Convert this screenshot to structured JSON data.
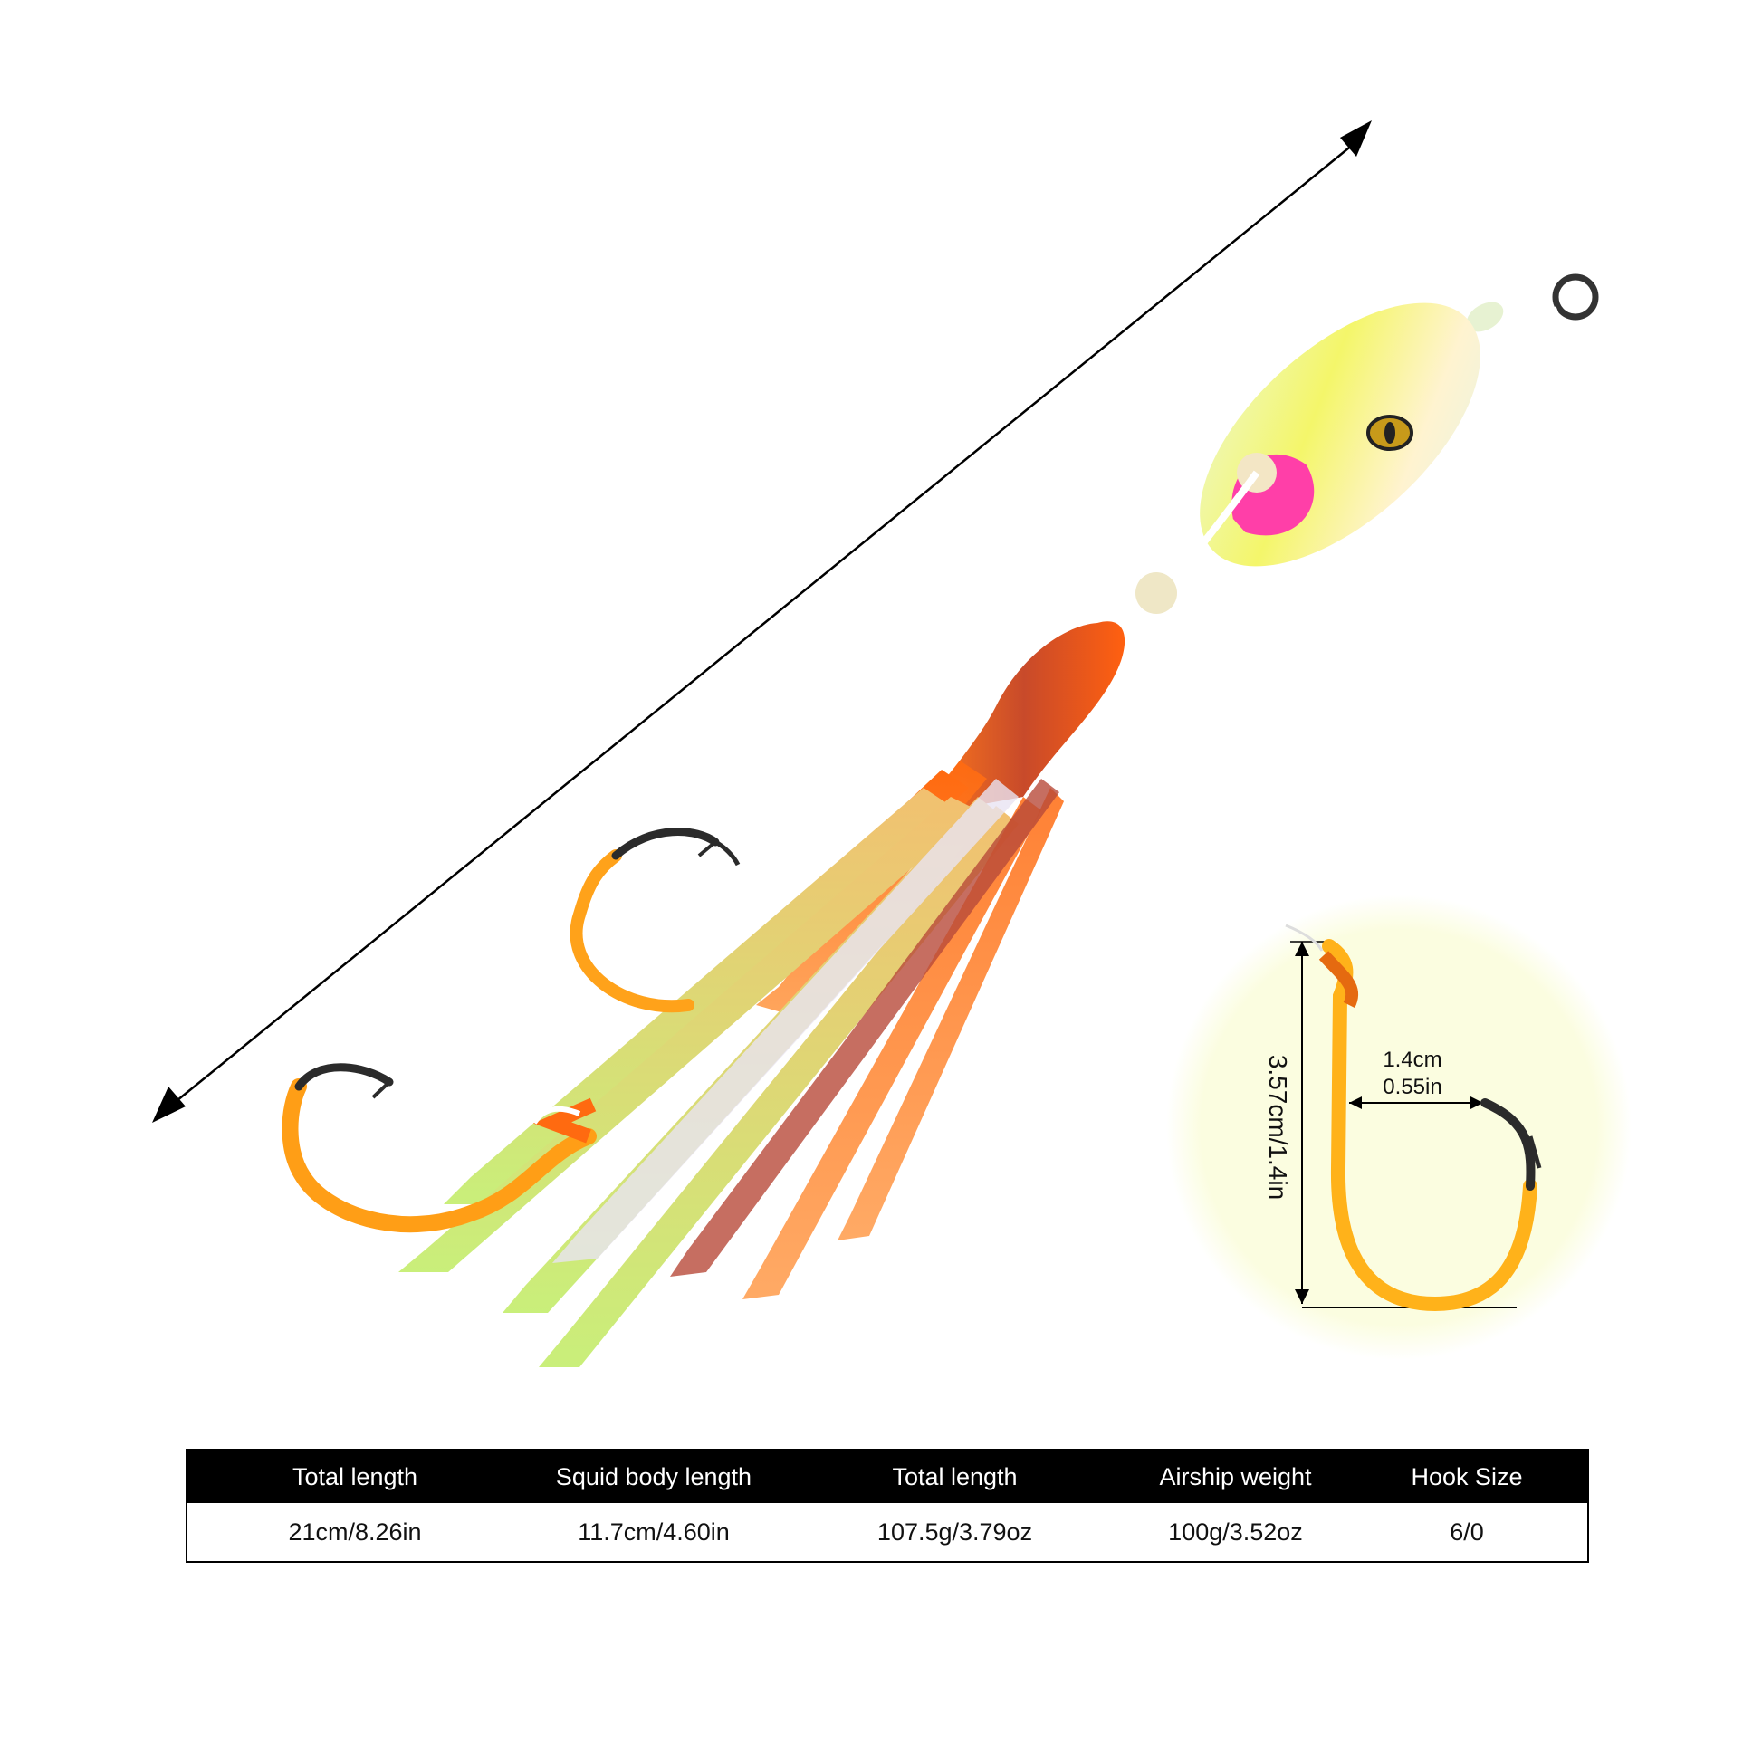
{
  "colors": {
    "head_yellow": "#f2f57a",
    "head_pink": "#ff2fa0",
    "skirt_orange": "#ff7a1c",
    "skirt_green": "#c9ef7a",
    "hook_orange": "#ffa21a",
    "hook_steel": "#2b2b2b",
    "inset_background": "#fbfde0",
    "table_header": "#000000"
  },
  "icons": [
    "arrow-head-icon",
    "fishing-hook-icon",
    "split-ring-icon"
  ],
  "hook_inset": {
    "height_label": "3.57cm/1.4in",
    "gap_label_cm": "1.4cm",
    "gap_label_in": "0.55in"
  },
  "spec_table": {
    "headers": [
      "Total length",
      "Squid body length",
      "Total length",
      "Airship weight",
      "Hook Size"
    ],
    "values": [
      "21cm/8.26in",
      "11.7cm/4.60in",
      "107.5g/3.79oz",
      "100g/3.52oz",
      "6/0"
    ]
  }
}
